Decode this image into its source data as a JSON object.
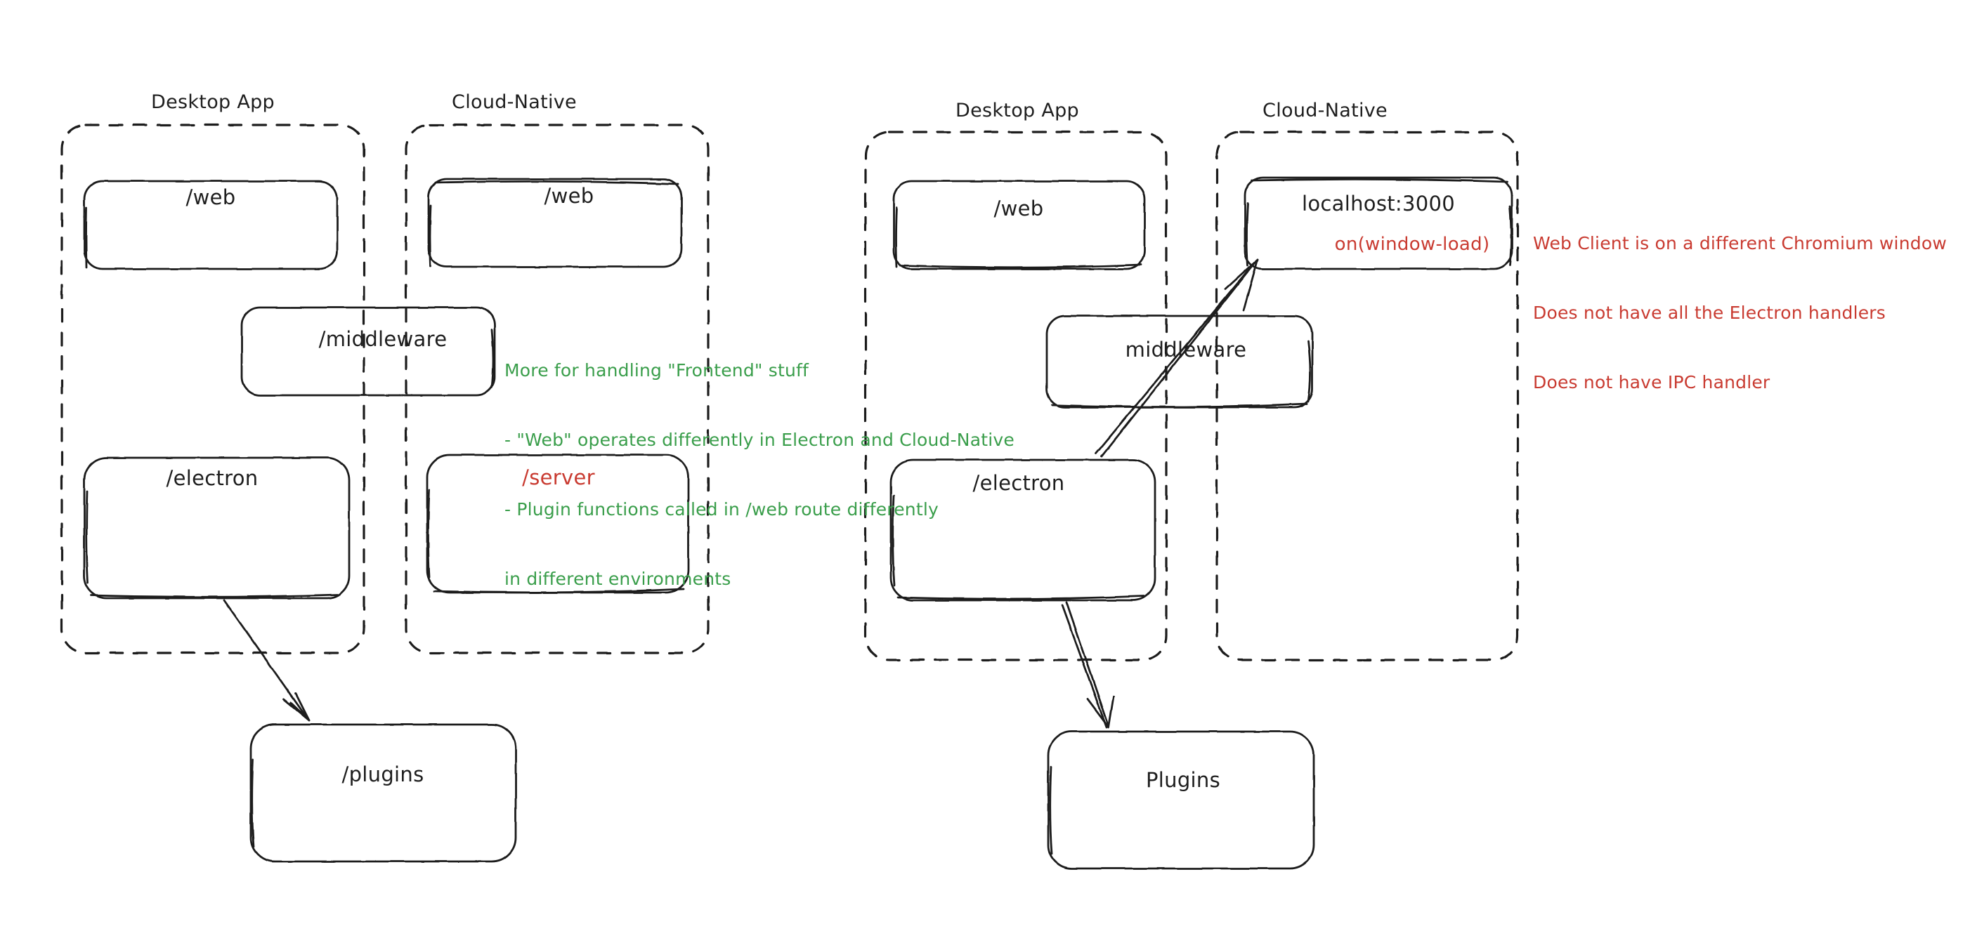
{
  "diagram": {
    "title": "Electron vs Cloud-Native architecture sketch",
    "style": "hand-drawn",
    "background": "#ffffff",
    "stroke_color": "#1e1e1e",
    "accent_green": "#3a9e4b",
    "accent_red": "#c93b31"
  },
  "left_panel": {
    "groups": [
      {
        "label": "Desktop App"
      },
      {
        "label": "Cloud-Native"
      }
    ],
    "boxes": [
      {
        "label": "/web",
        "color": "#1e1e1e"
      },
      {
        "label": "/web",
        "color": "#1e1e1e"
      },
      {
        "label": "/middleware",
        "color": "#1e1e1e"
      },
      {
        "label": "/electron",
        "color": "#1e1e1e"
      },
      {
        "label": "/server",
        "color": "#c93b31"
      },
      {
        "label": "/plugins",
        "color": "#1e1e1e"
      }
    ],
    "note_green": {
      "lines": [
        "More for handling \"Frontend\" stuff",
        "- \"Web\" operates differently in Electron and Cloud-Native",
        "- Plugin functions called in /web route differently",
        "in different environments"
      ]
    }
  },
  "right_panel": {
    "groups": [
      {
        "label": "Desktop App"
      },
      {
        "label": "Cloud-Native"
      }
    ],
    "boxes": [
      {
        "label": "/web",
        "color": "#1e1e1e"
      },
      {
        "label": "localhost:3000",
        "sublabel": "on(window-load)",
        "color": "#1e1e1e"
      },
      {
        "label": "middleware",
        "color": "#1e1e1e"
      },
      {
        "label": "/electron",
        "color": "#1e1e1e"
      },
      {
        "label": "Plugins",
        "color": "#1e1e1e"
      }
    ],
    "note_red": {
      "lines": [
        "Web Client is on a different Chromium window",
        "Does not have all the Electron handlers",
        "Does not have IPC handler"
      ]
    }
  }
}
